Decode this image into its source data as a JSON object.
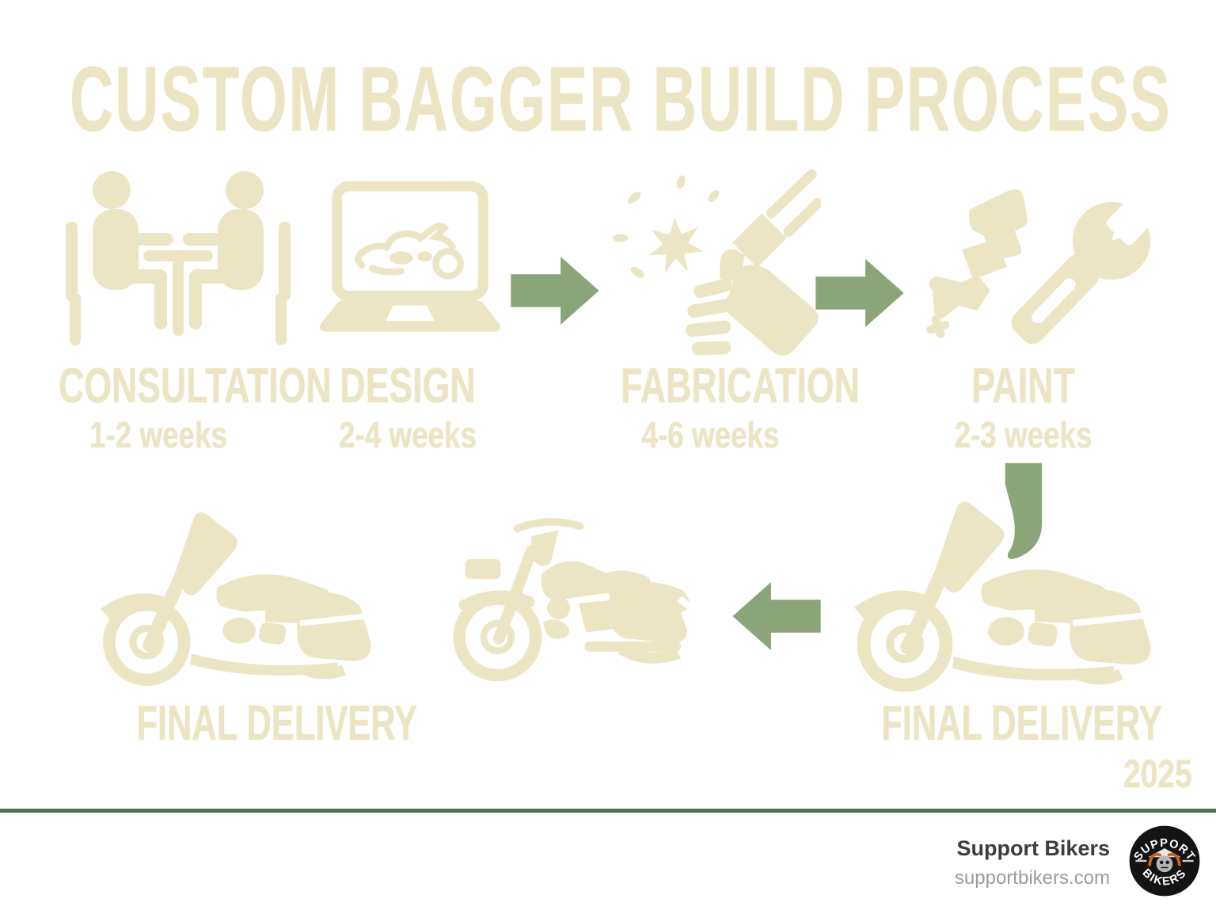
{
  "title": "CUSTOM BAGGER BUILD PROCESS",
  "steps": [
    {
      "name": "CONSULTATION",
      "duration": "1-2 weeks",
      "icon": "consultation-icon"
    },
    {
      "name": "DESIGN",
      "duration": "2-4 weeks",
      "icon": "laptop-design-icon"
    },
    {
      "name": "FABRICATION",
      "duration": "4-6 weeks",
      "icon": "welding-icon"
    },
    {
      "name": "PAINT",
      "duration": "2-3 weeks",
      "icon": "spray-gun-wrench-icon"
    }
  ],
  "delivery": {
    "left_label": "FINAL DELIVERY",
    "right_label": "FINAL DELIVERY",
    "year": "2025"
  },
  "footer": {
    "brand": "Support Bikers",
    "website": "supportbikers.com",
    "logo_top": "SUPPORT",
    "logo_bottom": "BIKERS"
  },
  "colors": {
    "cream": "#ece5c4",
    "arrow_green": "#8ba578",
    "divider_green": "#4b7050",
    "logo_black": "#141414",
    "logo_orange": "#c8651b",
    "footer_text": "#3d3d3d",
    "footer_muted": "#9b9b9b"
  }
}
